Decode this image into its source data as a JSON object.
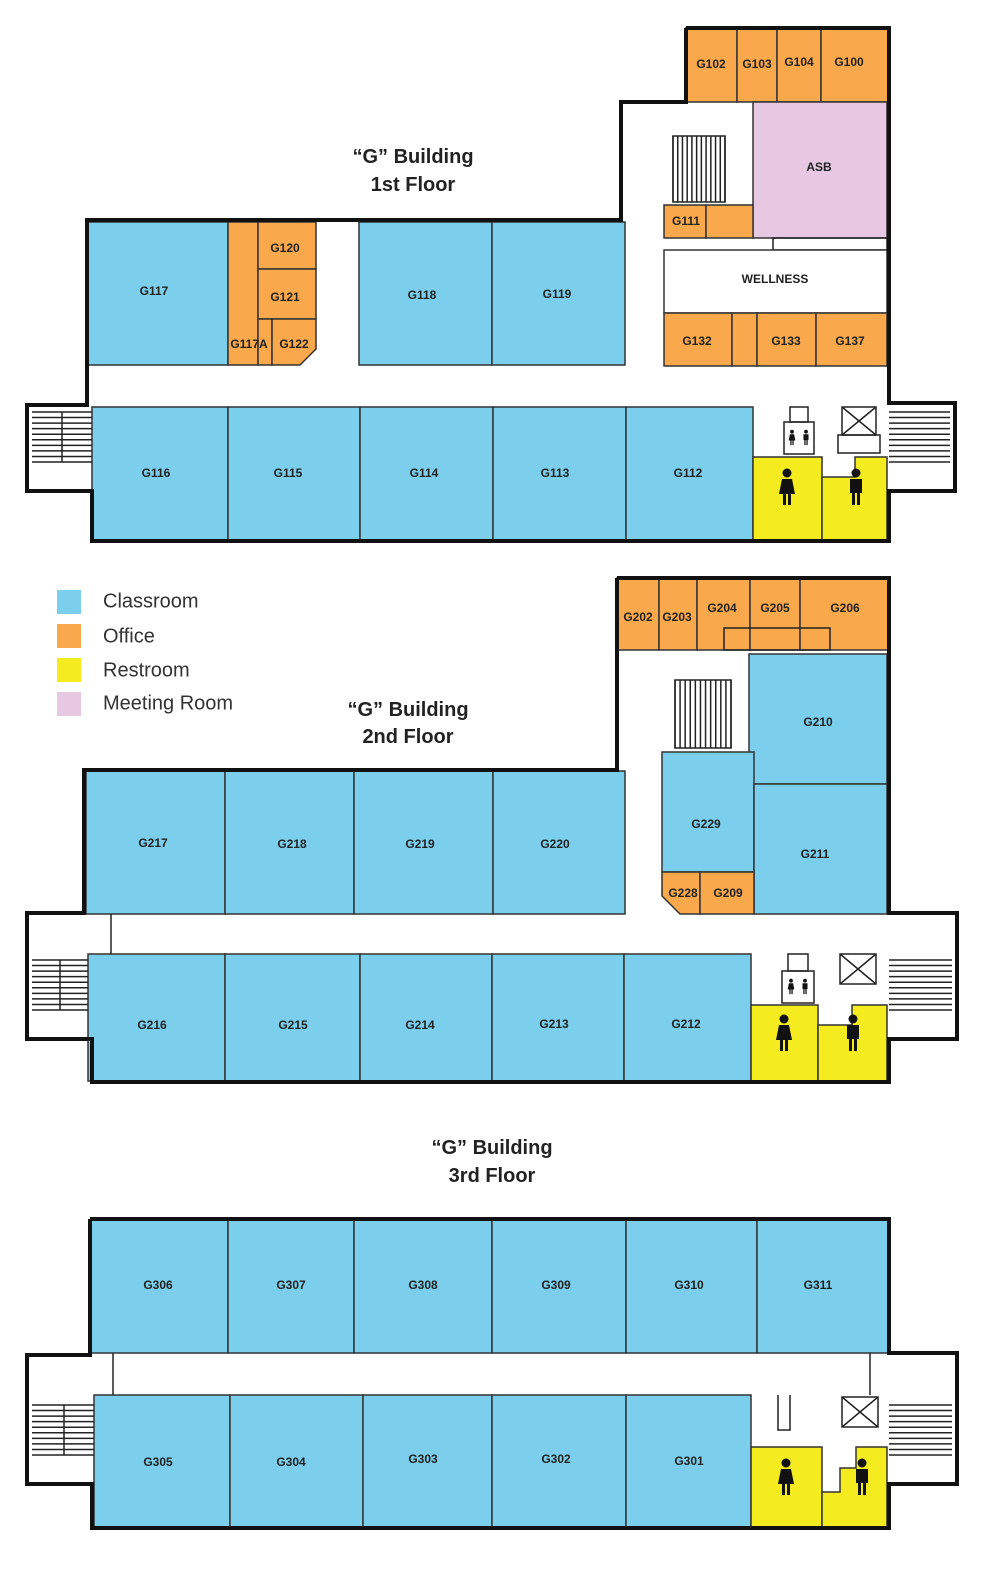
{
  "colors": {
    "classroom": "#7ccfec",
    "office": "#f9a94b",
    "restroom": "#f4ec1f",
    "meeting": "#e6c8e3",
    "corridor": "#ffffff"
  },
  "legend": [
    {
      "label": "Classroom",
      "color": "#7ccfec"
    },
    {
      "label": "Office",
      "color": "#f9a94b"
    },
    {
      "label": "Restroom",
      "color": "#f4ec1f"
    },
    {
      "label": "Meeting Room",
      "color": "#e6c8e3"
    }
  ],
  "floors": [
    {
      "title_line1": "“G” Building",
      "title_line2": "1st Floor"
    },
    {
      "title_line1": "“G” Building",
      "title_line2": "2nd Floor"
    },
    {
      "title_line1": "“G” Building",
      "title_line2": "3rd Floor"
    }
  ],
  "rooms": {
    "G102": "G102",
    "G103": "G103",
    "G104": "G104",
    "G100": "G100",
    "ASB": "ASB",
    "G111": "G111",
    "WELLNESS": "WELLNESS",
    "G132": "G132",
    "G133": "G133",
    "G137": "G137",
    "G117": "G117",
    "G120": "G120",
    "G121": "G121",
    "G117A": "G117A",
    "G122": "G122",
    "G118": "G118",
    "G119": "G119",
    "G116": "G116",
    "G115": "G115",
    "G114": "G114",
    "G113": "G113",
    "G112": "G112",
    "G202": "G202",
    "G203": "G203",
    "G204": "G204",
    "G205": "G205",
    "G206": "G206",
    "G210": "G210",
    "G229": "G229",
    "G211": "G211",
    "G228": "G228",
    "G209": "G209",
    "G217": "G217",
    "G218": "G218",
    "G219": "G219",
    "G220": "G220",
    "G216": "G216",
    "G215": "G215",
    "G214": "G214",
    "G213": "G213",
    "G212": "G212",
    "G306": "G306",
    "G307": "G307",
    "G308": "G308",
    "G309": "G309",
    "G310": "G310",
    "G311": "G311",
    "G305": "G305",
    "G304": "G304",
    "G303": "G303",
    "G302": "G302",
    "G301": "G301"
  }
}
